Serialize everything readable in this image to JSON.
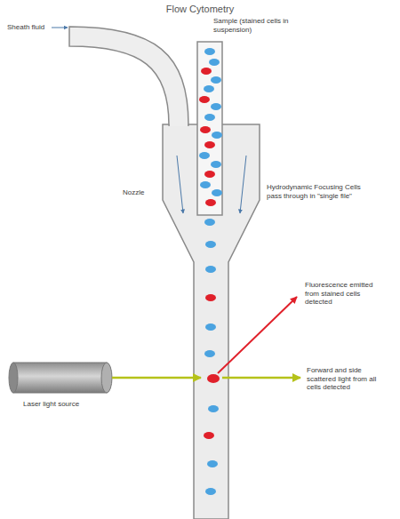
{
  "diagram": {
    "title": "Flow Cytometry",
    "labels": [
      "Sheath fluid",
      "Sample (stained cells in suspension)",
      "Nozzle",
      "Hydrodynamic Focusing Cells pass through in \"single file\"",
      "Fluorescence emitted from stained cells detected",
      "Forward and side scattered light from all cells detected",
      "Laser light source"
    ]
  }
}
